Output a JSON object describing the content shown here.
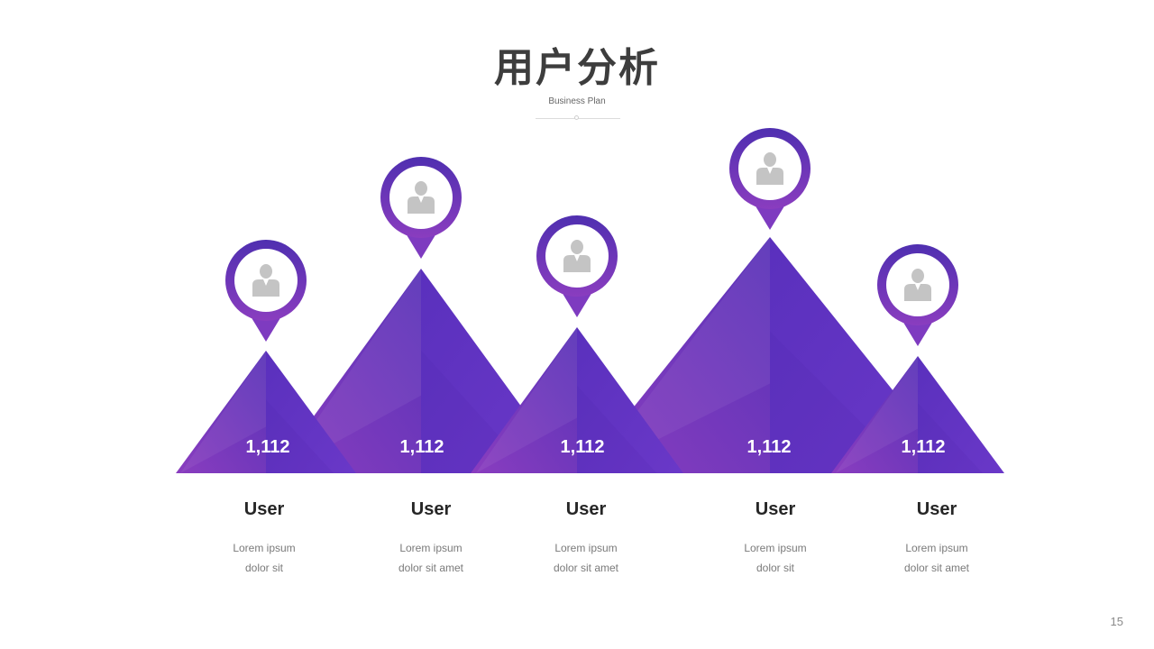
{
  "slide": {
    "title": "用户分析",
    "subtitle": "Business Plan",
    "page_number": "15"
  },
  "colors": {
    "accent_dark": "#4f2fb0",
    "accent_mid": "#6535c2",
    "accent_light": "#8a3dbf",
    "icon_gray": "#c4c4c4"
  },
  "users": [
    {
      "value": "1,112",
      "label": "User",
      "desc_line1": "Lorem ipsum",
      "desc_line2": "dolor sit"
    },
    {
      "value": "1,112",
      "label": "User",
      "desc_line1": "Lorem ipsum",
      "desc_line2": "dolor sit amet"
    },
    {
      "value": "1,112",
      "label": "User",
      "desc_line1": "Lorem ipsum",
      "desc_line2": "dolor sit amet"
    },
    {
      "value": "1,112",
      "label": "User",
      "desc_line1": "Lorem ipsum",
      "desc_line2": "dolor sit"
    },
    {
      "value": "1,112",
      "label": "User",
      "desc_line1": "Lorem ipsum",
      "desc_line2": "dolor sit amet"
    }
  ]
}
